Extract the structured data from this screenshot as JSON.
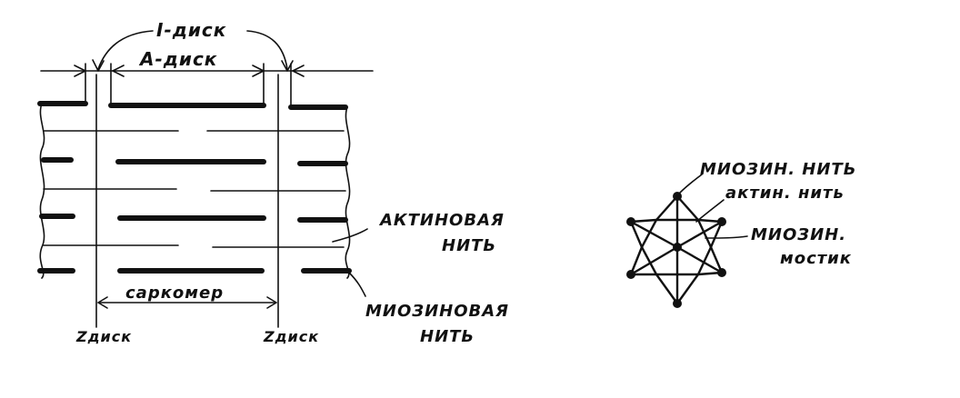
{
  "sarcomere": {
    "labels": {
      "i_disk": "I-диск",
      "a_disk": "А-диск",
      "sarcomere": "саркомер",
      "z_disk_left": "Zдиск",
      "z_disk_right": "Zдиск",
      "actin_line1": "АКТИНОВАЯ",
      "actin_line2": "НИТЬ",
      "myosin_line1": "МИОЗИНОВАЯ",
      "myosin_line2": "НИТЬ"
    }
  },
  "cross_section": {
    "labels": {
      "myosin_filament": "МИОЗИН. НИТЬ",
      "actin_filament": "актин. нить",
      "myosin_bridge_line1": "МИОЗИН.",
      "myosin_bridge_line2": "мостик"
    }
  },
  "colors": {
    "ink": "#111111",
    "background": "#ffffff"
  }
}
